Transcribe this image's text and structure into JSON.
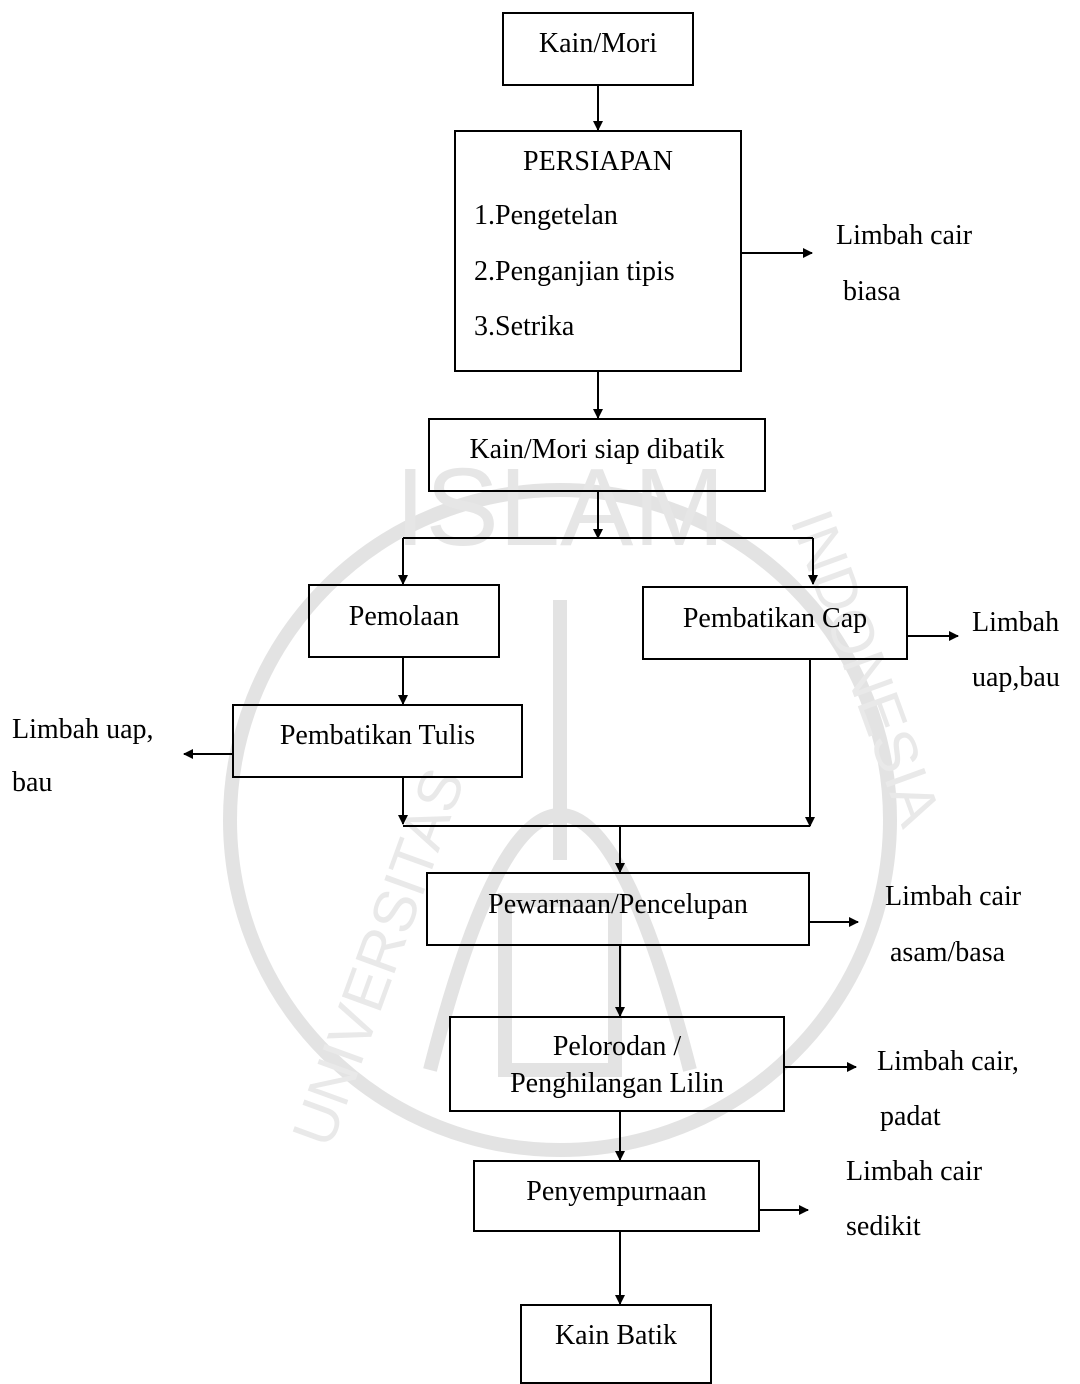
{
  "boxes": {
    "kain_mori": "Kain/Mori",
    "persiapan_title": "PERSIAPAN",
    "persiapan_steps": [
      "1.Pengetelan",
      "2.Penganjian tipis",
      "3.Setrika"
    ],
    "siap_dibatik": "Kain/Mori siap dibatik",
    "pemolaan": "Pemolaan",
    "pembatikan_cap": "Pembatikan Cap",
    "pembatikan_tulis": "Pembatikan Tulis",
    "pewarnaan": "Pewarnaan/Pencelupan",
    "pelorodan_line1": "Pelorodan /",
    "pelorodan_line2": "Penghilangan Lilin",
    "penyempurnaan": "Penyempurnaan",
    "kain_batik": "Kain Batik"
  },
  "wastes": {
    "persiapan": [
      "Limbah cair",
      "biasa"
    ],
    "cap": [
      "Limbah",
      "uap,bau"
    ],
    "tulis": [
      "Limbah uap,",
      "bau"
    ],
    "pewarnaan": [
      "Limbah cair",
      "asam/basa"
    ],
    "pelorodan": [
      "Limbah cair,",
      "padat"
    ],
    "penyempurnaan": [
      "Limbah cair",
      "sedikit"
    ]
  },
  "watermark": {
    "text": "UNIVERSITAS ISLAM INDONESIA",
    "color": "#d9d9d9"
  }
}
